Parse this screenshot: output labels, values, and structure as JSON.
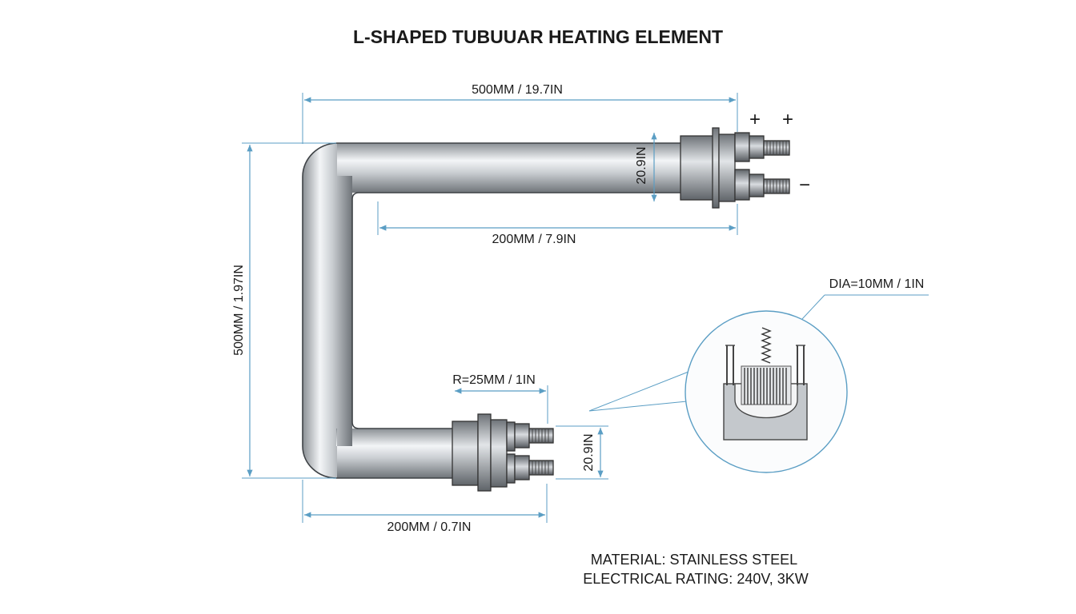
{
  "title": "L-SHAPED TUBUUAR HEATING ELEMENT",
  "dimensions": {
    "top_length": "500MM / 19.7IN",
    "inner_length": "200MM / 7.9IN",
    "top_tube_dia": "20.9IN",
    "height": "500MM / 1.97IN",
    "bend_radius": "R=25MM / 1IN",
    "bottom_tube_dia": "20.9IN",
    "bottom_length": "200MM / 0.7IN",
    "detail_dia": "DIA=10MM / 1IN"
  },
  "terminals": {
    "plus_1": "+",
    "plus_2": "+",
    "minus": "−"
  },
  "specs": {
    "material": "MATERIAL: STAINLESS STEEL",
    "rating": "ELECTRICAL RATING: 240V, 3KW"
  },
  "colors": {
    "dimension_line": "#5b9ec4",
    "tube_dark": "#7f8489",
    "tube_light": "#f2f4f6",
    "outline": "#333333"
  }
}
